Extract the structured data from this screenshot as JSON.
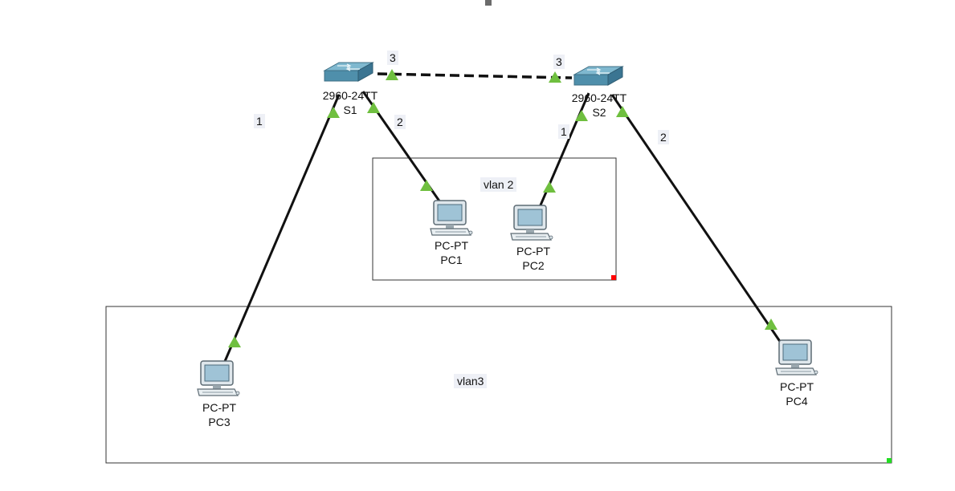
{
  "diagram": {
    "areas": [
      {
        "id": "vlan2",
        "label": "vlan 2"
      },
      {
        "id": "vlan3",
        "label": "vlan3"
      }
    ],
    "switches": [
      {
        "id": "S1",
        "model": "2960-24TT",
        "name": "S1"
      },
      {
        "id": "S2",
        "model": "2960-24TT",
        "name": "S2"
      }
    ],
    "pcs": [
      {
        "id": "PC1",
        "model": "PC-PT",
        "name": "PC1"
      },
      {
        "id": "PC2",
        "model": "PC-PT",
        "name": "PC2"
      },
      {
        "id": "PC3",
        "model": "PC-PT",
        "name": "PC3"
      },
      {
        "id": "PC4",
        "model": "PC-PT",
        "name": "PC4"
      }
    ],
    "links": [
      {
        "from": "S1",
        "to": "S2",
        "style": "dashed",
        "from_label": "3",
        "to_label": "3"
      },
      {
        "from": "S1",
        "to": "PC3",
        "style": "solid",
        "label": "1"
      },
      {
        "from": "S1",
        "to": "PC1",
        "style": "solid",
        "label": "2"
      },
      {
        "from": "S2",
        "to": "PC2",
        "style": "solid",
        "label": "1"
      },
      {
        "from": "S2",
        "to": "PC4",
        "style": "solid",
        "label": "2"
      }
    ],
    "colors": {
      "link": "#111111",
      "link_light": "#6fbf3f",
      "switch": "#5a9bb5",
      "area_marker_vlan2": "#ff0000",
      "area_marker_vlan3": "#22dd22"
    }
  }
}
